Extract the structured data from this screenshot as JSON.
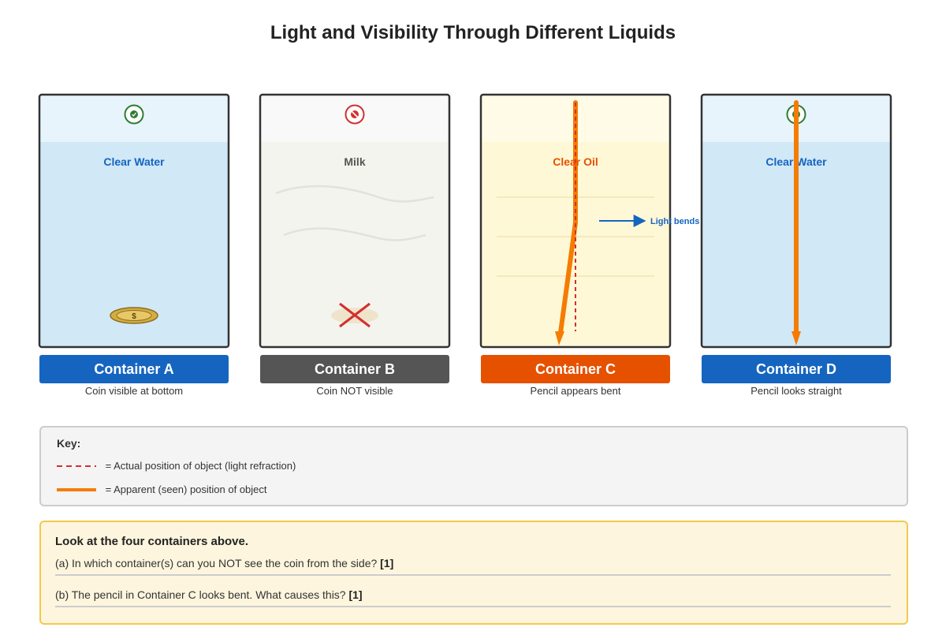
{
  "title": "Light and Visibility Through Different Liquids",
  "colors": {
    "blue": "#1565c0",
    "grey": "#555555",
    "orange": "#e65100",
    "pencil": "#f57c00",
    "red": "#d32f2f",
    "green": "#2e7d32",
    "water": "#d1e8f7",
    "milk": "#f4f4ee",
    "oil": "#fff8d6"
  },
  "containers": [
    {
      "id": "A",
      "label": "Container A",
      "caption": "Coin visible at bottom",
      "liquid": "Clear Water",
      "visibility_icon": "check-circle-icon",
      "object": "coin",
      "object_visible": true
    },
    {
      "id": "B",
      "label": "Container B",
      "caption": "Coin NOT visible",
      "liquid": "Milk",
      "visibility_icon": "no-entry-circle-icon",
      "object": "coin",
      "object_visible": false
    },
    {
      "id": "C",
      "label": "Container C",
      "caption": "Pencil appears bent",
      "liquid": "Clear Oil",
      "object": "pencil",
      "annotation": "Light bends"
    },
    {
      "id": "D",
      "label": "Container D",
      "caption": "Pencil looks straight",
      "liquid": "Clear Water",
      "visibility_icon": "check-circle-icon",
      "object": "pencil"
    }
  ],
  "coin_symbol": "$",
  "key": {
    "title": "Key:",
    "items": [
      {
        "style": "dashed",
        "text": "= Actual position of object (light refraction)"
      },
      {
        "style": "solid",
        "text": "= Apparent (seen) position of object"
      }
    ]
  },
  "questions": {
    "intro": "Look at the four containers above.",
    "items": [
      {
        "text": "(a) In which container(s) can you NOT see the coin from the side?",
        "marks": "[1]"
      },
      {
        "text": "(b) The pencil in Container C looks bent. What causes this?",
        "marks": "[1]"
      }
    ]
  }
}
